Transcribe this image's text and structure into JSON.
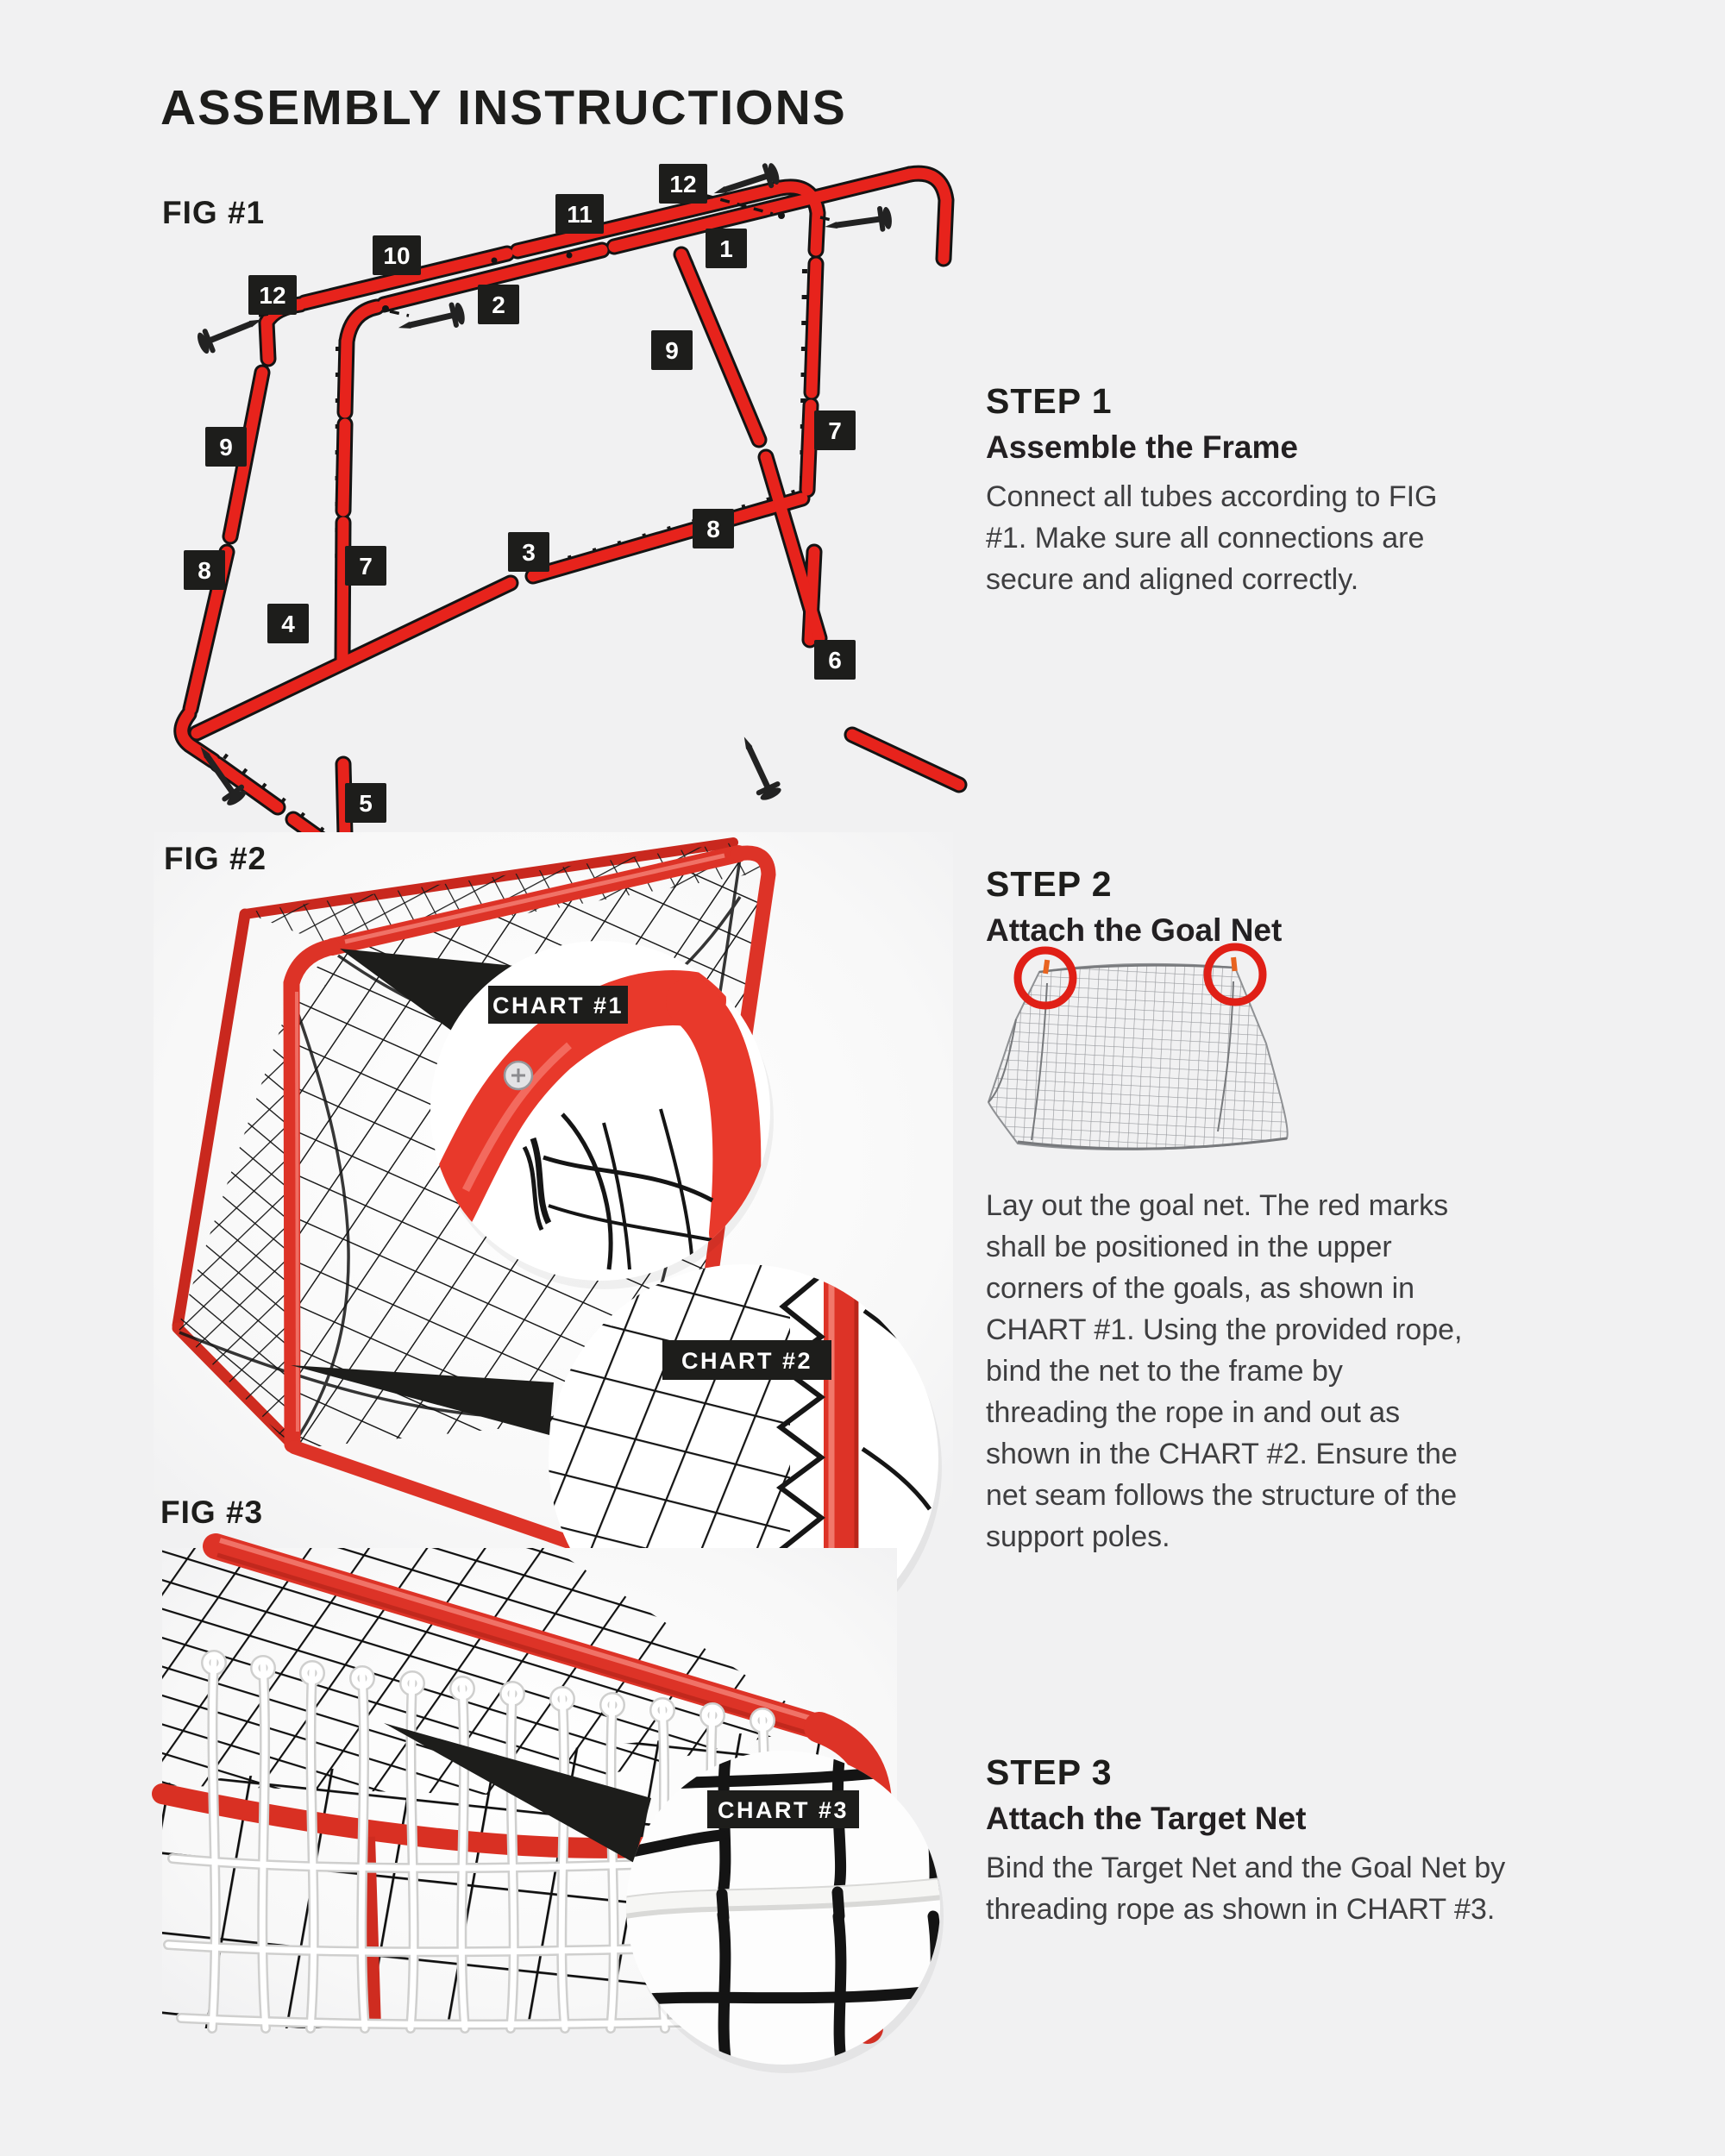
{
  "title": "ASSEMBLY INSTRUCTIONS",
  "colors": {
    "background": "#f1f1f2",
    "diagram_red": "#e7231c",
    "photo_red": "#dd3327",
    "panel_black": "#1d1d1b",
    "body_text": "#3e3e40",
    "highlight_ring_red": "#e01f16",
    "net_mark_orange": "#e8631f"
  },
  "figures": {
    "fig1": {
      "caption": "FIG #1",
      "part_labels": [
        "12",
        "11",
        "1",
        "10",
        "2",
        "12",
        "9",
        "7",
        "9",
        "8",
        "3",
        "7",
        "8",
        "4",
        "6",
        "5"
      ]
    },
    "fig2": {
      "caption": "FIG #2",
      "chart1_label": "CHART #1",
      "chart2_label": "CHART #2"
    },
    "fig3": {
      "caption": "FIG #3",
      "chart3_label": "CHART #3"
    }
  },
  "steps": [
    {
      "label": "STEP 1",
      "heading": "Assemble the Frame",
      "body": "Connect all tubes according to FIG #1. Make sure all connections are secure and aligned correctly."
    },
    {
      "label": "STEP 2",
      "heading": "Attach the Goal Net",
      "body": "Lay out the goal net. The red marks shall be positioned in the upper corners of the goals, as shown in CHART #1. Using the provided rope, bind the net to the frame by threading the rope in and out as shown in the CHART #2. Ensure the net seam follows the structure of the support poles."
    },
    {
      "label": "STEP 3",
      "heading": "Attach the Target Net",
      "body": "Bind the Target Net and the Goal Net by threading rope as shown in CHART #3."
    }
  ]
}
